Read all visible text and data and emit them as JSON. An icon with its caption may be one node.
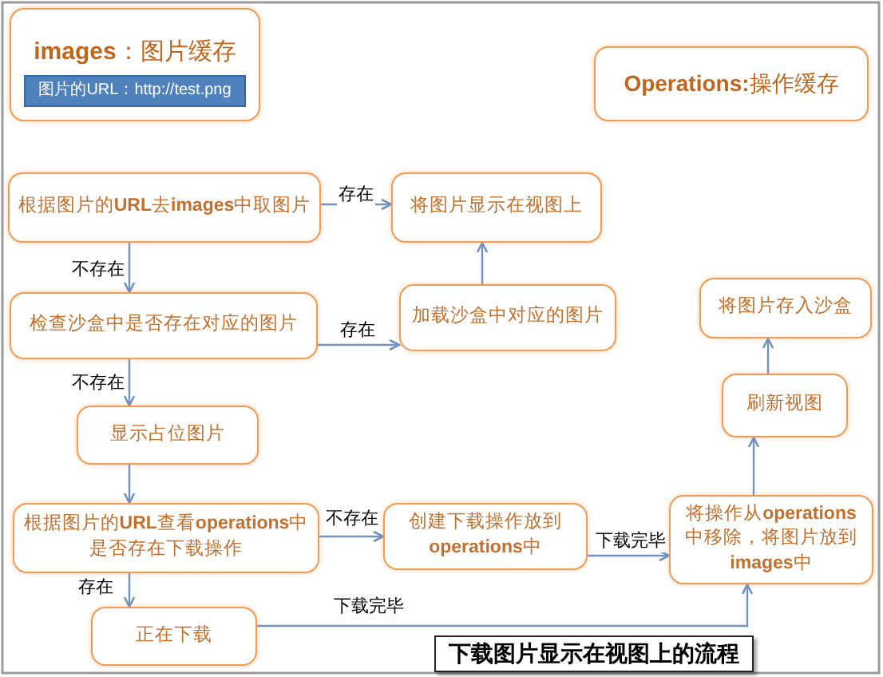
{
  "diagram": {
    "caption": "下载图片显示在视图上的流程",
    "nodes": [
      {
        "text": [
          "**images**：图片缓存"
        ]
      },
      {
        "text": [
          "图片的URL：http://test.png"
        ],
        "in": 0
      },
      {
        "text": [
          "**Operations:**操作缓存"
        ]
      },
      {
        "text": [
          "根据图片的**URL**去**images**中取图片"
        ]
      },
      {
        "text": [
          "将图片显示在视图上"
        ]
      },
      {
        "text": [
          "检查沙盒中是否存在对应的图片"
        ]
      },
      {
        "text": [
          "加载沙盒中对应的图片"
        ]
      },
      {
        "text": [
          "将图片存入沙盒"
        ]
      },
      {
        "text": [
          "显示占位图片"
        ]
      },
      {
        "text": [
          "刷新视图"
        ]
      },
      {
        "text": [
          "根据图片的**URL**查看**operations**中是否存在下载操作"
        ]
      },
      {
        "text": [
          "创建下载操作放到**operations**中"
        ]
      },
      {
        "text": [
          "将操作从**operations**中移除，将图片放到**images**中"
        ]
      },
      {
        "text": [
          "正在下载"
        ]
      }
    ],
    "edges": [
      {
        "from": 3,
        "to": 4,
        "arrow": "to",
        "label": "存在"
      },
      {
        "from": 3,
        "to": 5,
        "arrow": "to",
        "label": "不存在"
      },
      {
        "from": 5,
        "to": 6,
        "arrow": "to",
        "label": "存在"
      },
      {
        "from": 6,
        "to": 4,
        "arrow": "to"
      },
      {
        "from": 5,
        "to": 8,
        "arrow": "to",
        "label": "不存在"
      },
      {
        "from": 8,
        "to": 10,
        "arrow": "to"
      },
      {
        "from": 10,
        "to": 11,
        "arrow": "to",
        "label": "不存在"
      },
      {
        "from": 10,
        "to": 13,
        "arrow": "to",
        "label": "存在"
      },
      {
        "from": 11,
        "to": 12,
        "arrow": "to",
        "label": "下载完毕"
      },
      {
        "from": 13,
        "to": 12,
        "arrow": "to",
        "label": "下载完毕"
      },
      {
        "from": 12,
        "to": 9,
        "arrow": "to"
      },
      {
        "from": 9,
        "to": 7,
        "arrow": "to"
      }
    ]
  }
}
